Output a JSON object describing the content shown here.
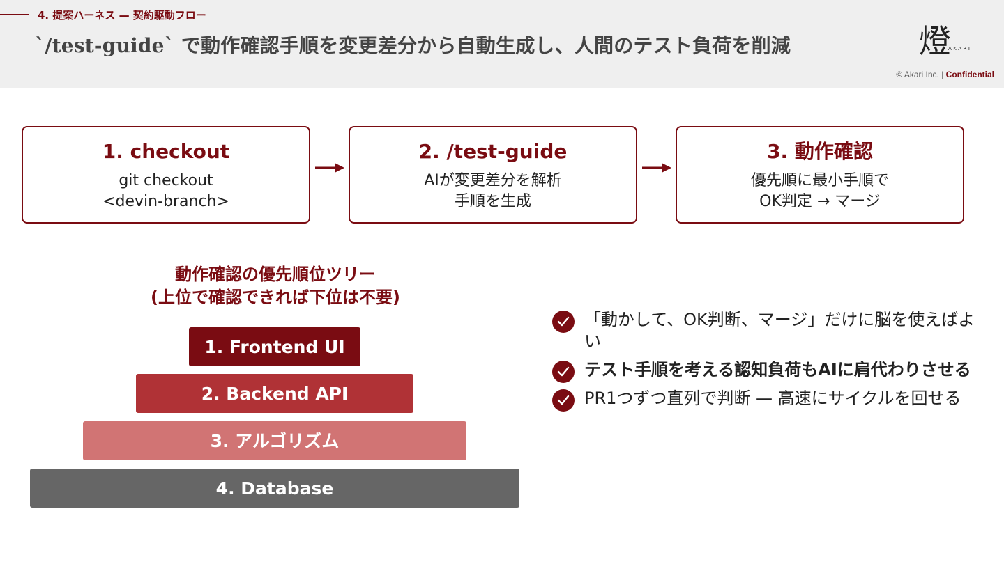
{
  "header": {
    "section_label": "4. 提案ハーネス — 契約駆動フロー",
    "title": "`/test-guide` で動作確認手順を変更差分から自動生成し、人間のテスト負荷を削減",
    "logo_text": "AKARI",
    "copyright": "© Akari Inc. | ",
    "confidential": "Confidential"
  },
  "flow": [
    {
      "title": "1. checkout",
      "body": "git checkout\n<devin-branch>"
    },
    {
      "title": "2. /test-guide",
      "body": "AIが変更差分を解析\n手順を生成"
    },
    {
      "title": "3. 動作確認",
      "body": "優先順に最小手順で\nOK判定 → マージ"
    }
  ],
  "tree": {
    "title_line1": "動作確認の優先順位ツリー",
    "title_line2": "(上位で確認できれば下位は不要)",
    "tiers": [
      {
        "label": "1. Frontend UI",
        "color": "#7a0c12"
      },
      {
        "label": "2. Backend API",
        "color": "#b03236"
      },
      {
        "label": "3. アルゴリズム",
        "color": "#d17474"
      },
      {
        "label": "4. Database",
        "color": "#666666"
      }
    ]
  },
  "checklist": [
    {
      "text": "「動かして、OK判断、マージ」だけに脳を使えばよい",
      "bold": false
    },
    {
      "text": "テスト手順を考える認知負荷もAIに肩代わりさせる",
      "bold": true
    },
    {
      "text": "PR1つずつ直列で判断 — 高速にサイクルを回せる",
      "bold": false
    }
  ],
  "colors": {
    "accent": "#7a0c12",
    "header_bg": "#efefef"
  },
  "icons": {
    "check": "check-circle-icon",
    "arrow": "arrow-right-icon"
  }
}
